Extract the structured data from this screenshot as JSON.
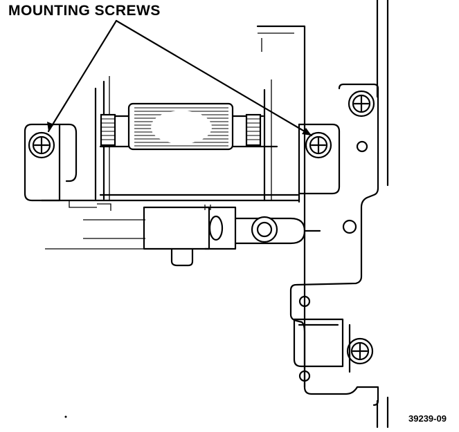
{
  "callout": {
    "label": "MOUNTING SCREWS",
    "targets": [
      "left-mounting-screw",
      "right-mounting-screw"
    ]
  },
  "figure_number": "39239-09",
  "colors": {
    "ink": "#000000",
    "paper": "#ffffff"
  }
}
